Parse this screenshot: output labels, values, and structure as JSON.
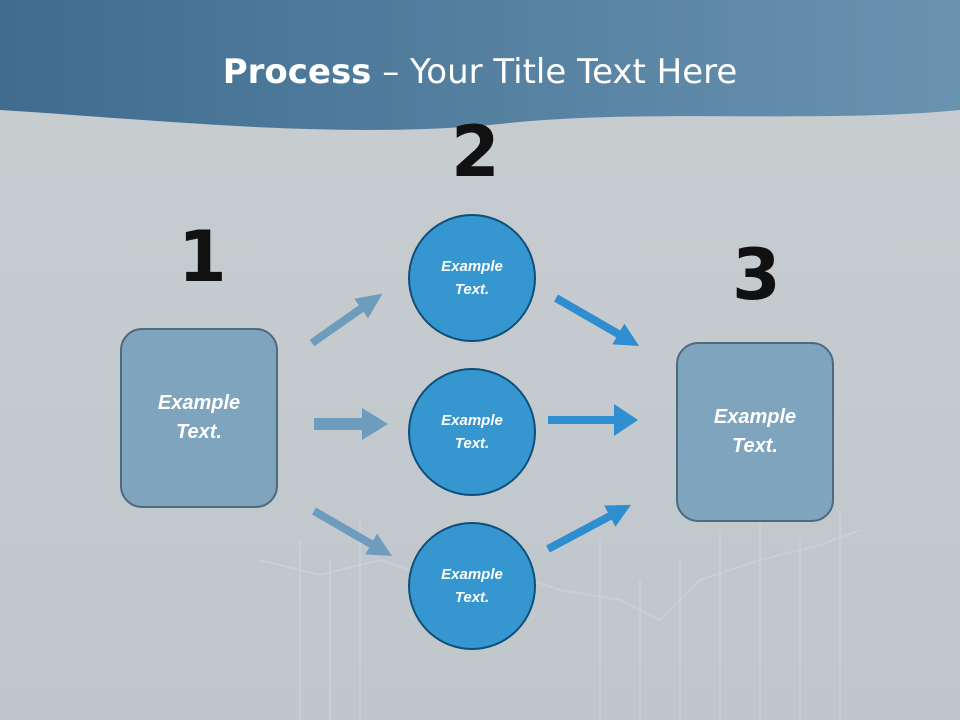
{
  "title": {
    "bold": "Process",
    "rest": " – Your Title Text Here"
  },
  "steps": [
    {
      "number": "1",
      "text": "Example\nText."
    },
    {
      "number": "2",
      "items": [
        "Example\nText.",
        "Example\nText.",
        "Example\nText."
      ]
    },
    {
      "number": "3",
      "text": "Example\nText."
    }
  ],
  "colors": {
    "header": "#4a7496",
    "box": "#7fa4bd",
    "circle": "#3596d0",
    "arrow_light": "#6e9cbd",
    "arrow_dark": "#2e8ed0"
  }
}
